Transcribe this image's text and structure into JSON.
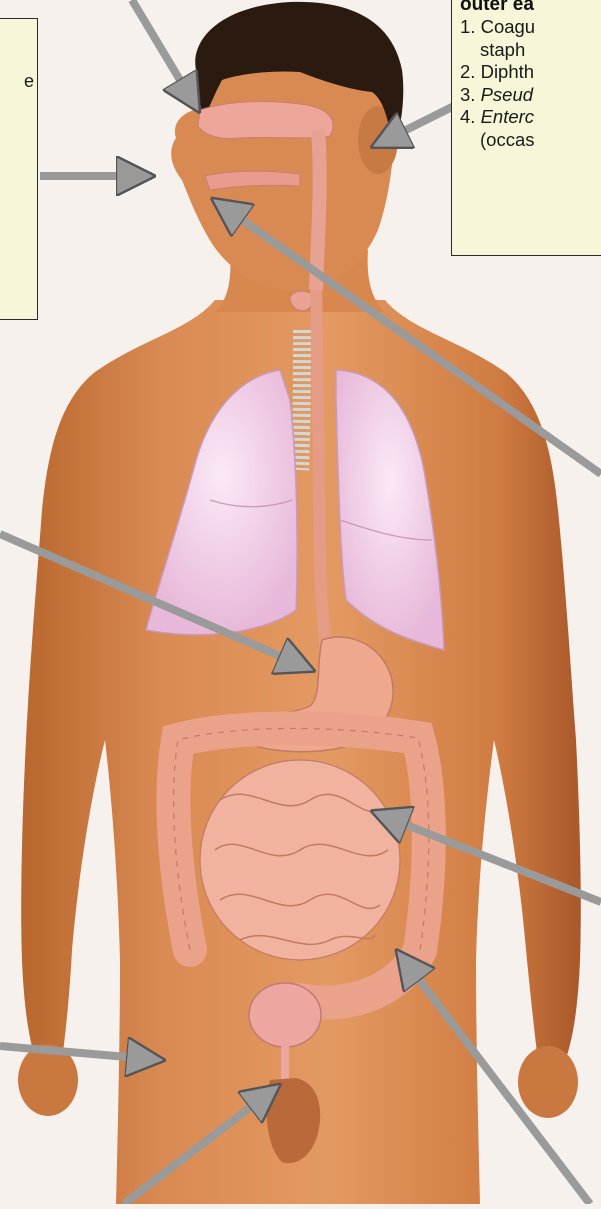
{
  "left_box": {
    "fragment": "e"
  },
  "right_box": {
    "heading": "outer ea",
    "items": [
      {
        "num": "1.",
        "text": "Coagu",
        "italic": false
      },
      {
        "num": "",
        "text": "staph",
        "italic": false,
        "indent": true
      },
      {
        "num": "2.",
        "text": "Diphth",
        "italic": false
      },
      {
        "num": "3.",
        "text": "Pseud",
        "italic": true
      },
      {
        "num": "4.",
        "text": "Enterc",
        "italic": true
      },
      {
        "num": "",
        "text": "(occas",
        "italic": false,
        "indent": true
      }
    ]
  },
  "colors": {
    "background": "#f6f1ec",
    "skin": "#d98a52",
    "skin_shadow": "#b8672e",
    "lung": "#f2d3ea",
    "organ": "#eaa38a",
    "arrow": "#9a9a9a",
    "hair": "#2a1a10",
    "label_fill": "#f7f6d8"
  }
}
